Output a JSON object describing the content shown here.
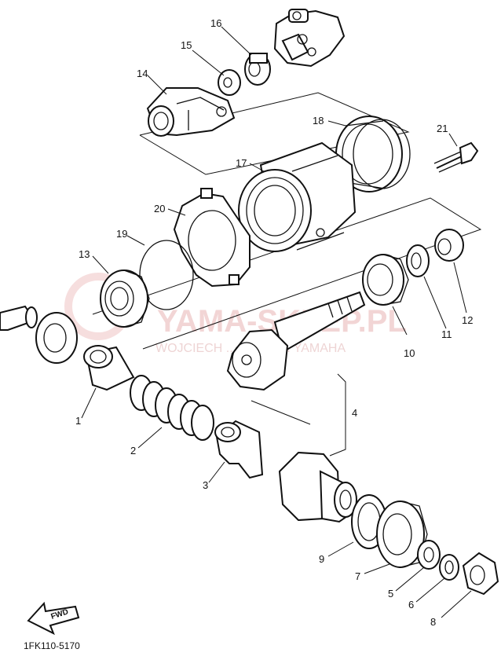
{
  "diagram": {
    "part_numbers": {
      "p1": "1",
      "p2": "2",
      "p3": "3",
      "p4": "4",
      "p5": "5",
      "p6": "6",
      "p7": "7",
      "p8": "8",
      "p9": "9",
      "p10": "10",
      "p11": "11",
      "p12": "12",
      "p13": "13",
      "p14": "14",
      "p15": "15",
      "p16": "16",
      "p17": "17",
      "p18": "18",
      "p19": "19",
      "p20": "20",
      "p21": "21"
    },
    "fwd_label": "FWD",
    "drawing_code": "1FK110-5170"
  },
  "watermark": {
    "main": "YAMA-SKLEP.PL",
    "sub": "WOJCIECH ... DEALER YAMAHA"
  },
  "colors": {
    "line": "#111111",
    "watermark": "#e8b4b4"
  }
}
